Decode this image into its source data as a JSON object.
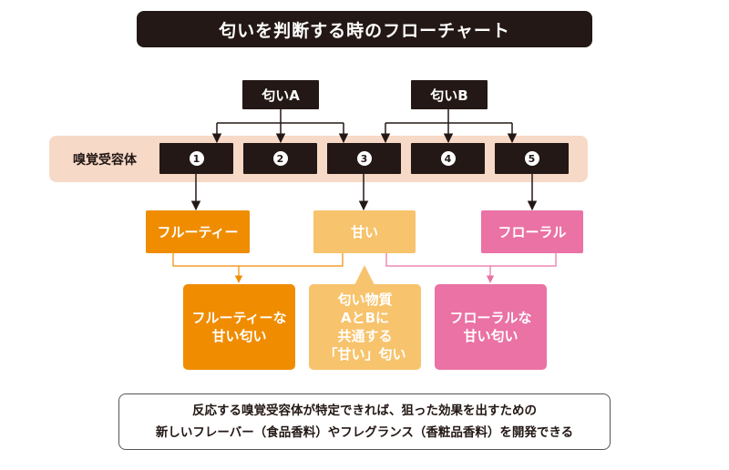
{
  "title": "匂いを判断する時のフローチャート",
  "odor_a": "匂いA",
  "odor_b": "匂いB",
  "band_label": "嗅覚受容体",
  "receptors": [
    "1",
    "2",
    "3",
    "4",
    "5"
  ],
  "categories": {
    "fruity": "フルーティー",
    "sweet": "甘い",
    "floral": "フローラル"
  },
  "results": {
    "fruity_sweet": [
      "フルーティーな",
      "甘い匂い"
    ],
    "common": [
      "匂い物質",
      "AとBに",
      "共通する",
      "「甘い」匂い"
    ],
    "floral_sweet": [
      "フローラルな",
      "甘い匂い"
    ]
  },
  "footer": [
    "反応する嗅覚受容体が特定できれば、狙った効果を出すための",
    "新しいフレーバー（食品香料）やフレグランス（香粧品香料）を開発できる"
  ],
  "colors": {
    "dark": "#231815",
    "band": "#f6d9c7",
    "fruity": "#f08c00",
    "sweet": "#f7c36c",
    "floral": "#ea72a4"
  }
}
